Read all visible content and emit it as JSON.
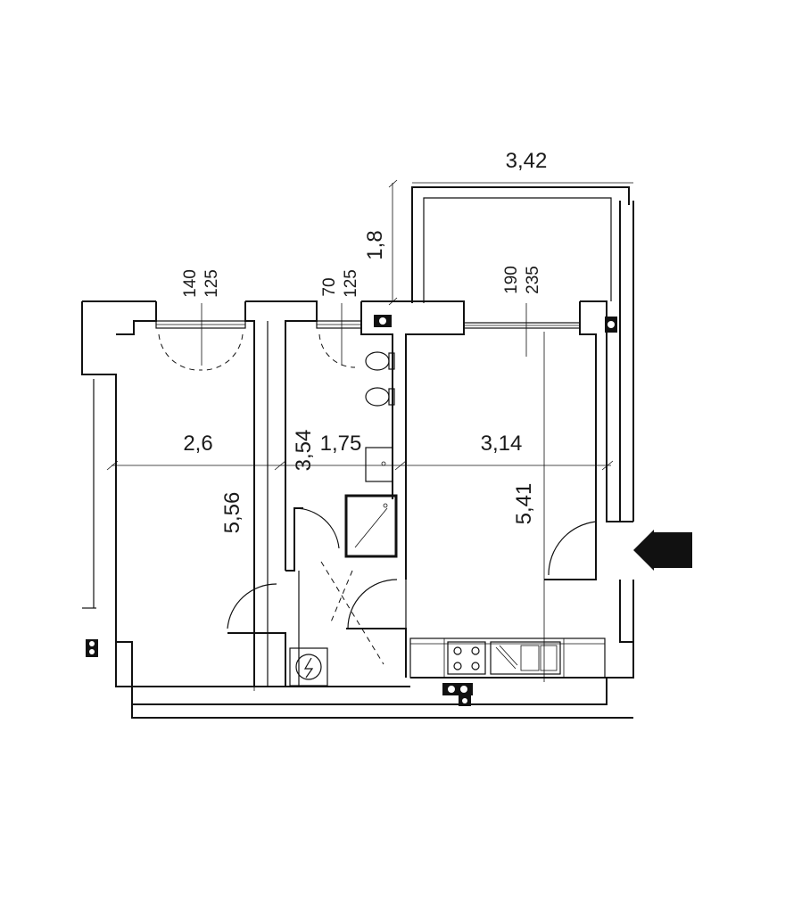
{
  "dimensions": {
    "balcony_width": "3,42",
    "balcony_depth": "1,8",
    "room_left_width": "2,6",
    "room_left_depth": "5,56",
    "corridor_depth": "3,54",
    "bath_width": "1,75",
    "living_width": "3,14",
    "living_depth": "5,41"
  },
  "openings": {
    "left_window_width": "140",
    "left_window_height": "125",
    "bath_window_width": "70",
    "bath_window_height": "125",
    "balcony_door_width": "190",
    "balcony_door_height": "235"
  },
  "colors": {
    "line": "#111111",
    "background": "#ffffff"
  }
}
